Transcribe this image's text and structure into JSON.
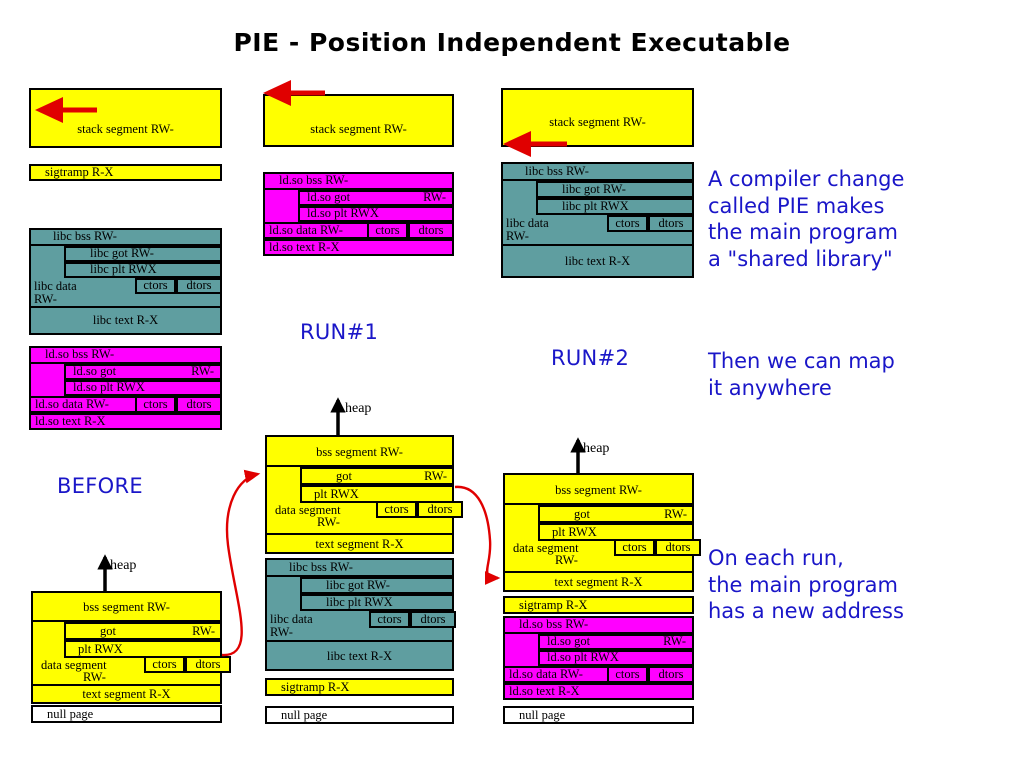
{
  "title": "PIE - Position Independent Executable",
  "colors": {
    "stack": "#ffff00",
    "libc": "#5f9ea0",
    "ldso": "#ff00ff",
    "program": "#ffff00",
    "nullpage": "#ffffff",
    "annotation": "#1a16c8",
    "arrow_red": "#e00000",
    "arrow_black": "#000000"
  },
  "labels": {
    "before": "BEFORE",
    "run1": "RUN#1",
    "run2": "RUN#2",
    "heap": "heap"
  },
  "segments": {
    "stack": "stack segment RW-",
    "sigtramp": "sigtramp R-X",
    "null_page": "null page",
    "libc_bss": "libc bss RW-",
    "libc_got": "libc got   RW-",
    "libc_plt": "libc plt   RWX",
    "libc_data": "libc data",
    "libc_data_perm": "RW-",
    "libc_text": "libc text R-X",
    "ldso_bss": "ld.so bss RW-",
    "ldso_got": "ld.so got",
    "ldso_got_perm": "RW-",
    "ldso_plt": "ld.so plt  RWX",
    "ldso_data": "ld.so data RW-",
    "ldso_text": "ld.so text  R-X",
    "bss": "bss segment RW-",
    "got": "got",
    "got_perm": "RW-",
    "plt": "plt  RWX",
    "data": "data segment",
    "data_perm": "RW-",
    "text": "text segment R-X",
    "ctors": "ctors",
    "dtors": "dtors"
  },
  "annotations": {
    "block1": "A compiler change\ncalled PIE makes\nthe main program\na \"shared library\"",
    "block2": "Then we can map\nit anywhere",
    "block3": "On each run,\nthe main program\nhas a new address"
  }
}
